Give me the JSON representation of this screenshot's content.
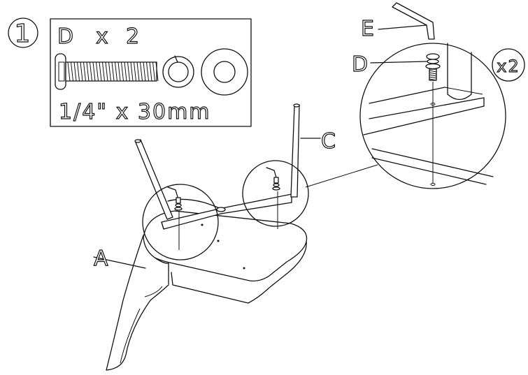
{
  "step": {
    "number": "1"
  },
  "hardware_box": {
    "part": "D",
    "times": "x",
    "quantity": "2",
    "size": "1/4\"  x  30mm"
  },
  "labels": {
    "allen_key": "E",
    "bolt": "D",
    "leg": "C",
    "seat": "A",
    "repeat": "x2"
  }
}
